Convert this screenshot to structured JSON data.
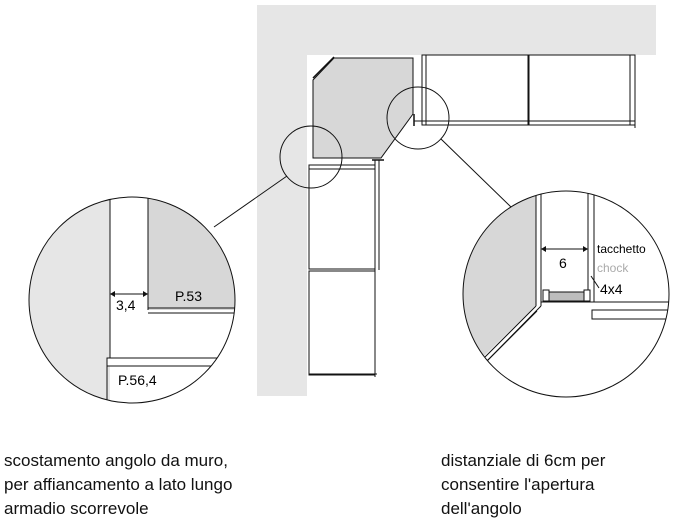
{
  "detail_left": {
    "dimension": "3,4",
    "panel_label_a": "P.53",
    "panel_label_b": "P.56,4"
  },
  "detail_right": {
    "dimension": "6",
    "label_tacchetto": "tacchetto",
    "label_chock": "chock",
    "label_size": "4x4"
  },
  "captions": {
    "left": "scostamento angolo da muro,\nper affiancamento a lato lungo\narmadio scorrevole",
    "right": "distanziale di 6cm per\nconsentire l'apertura\ndell'angolo"
  },
  "colors": {
    "wall": "#e6e6e6",
    "corner_panel": "#d7d7d7",
    "line": "#111111",
    "chock_text": "#aaaaaa"
  }
}
